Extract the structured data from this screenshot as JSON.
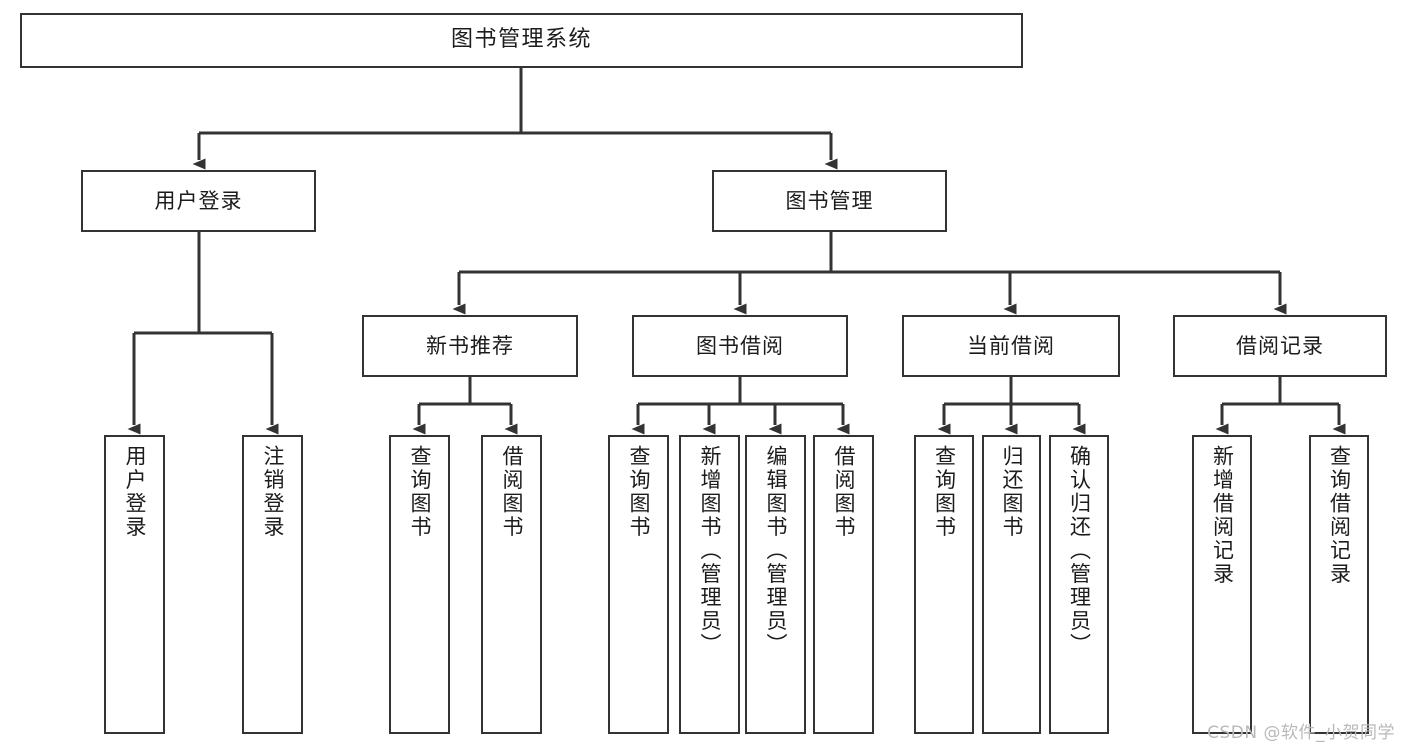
{
  "diagram": {
    "title": "图书管理系统",
    "type": "tree",
    "root": {
      "label": "图书管理系统"
    },
    "level1": [
      {
        "id": "user-login",
        "label": "用户登录"
      },
      {
        "id": "book-management",
        "label": "图书管理"
      }
    ],
    "level2": [
      {
        "id": "new-book-recommend",
        "label": "新书推荐",
        "parent": "book-management"
      },
      {
        "id": "book-borrow",
        "label": "图书借阅",
        "parent": "book-management"
      },
      {
        "id": "current-borrow",
        "label": "当前借阅",
        "parent": "book-management"
      },
      {
        "id": "borrow-record",
        "label": "借阅记录",
        "parent": "book-management"
      }
    ],
    "leaves": [
      {
        "id": "leaf-user-login",
        "label": "用户登录",
        "parent": "user-login"
      },
      {
        "id": "leaf-logout",
        "label": "注销登录",
        "parent": "user-login"
      },
      {
        "id": "leaf-query-book-1",
        "label": "查询图书",
        "parent": "new-book-recommend"
      },
      {
        "id": "leaf-borrow-book-1",
        "label": "借阅图书",
        "parent": "new-book-recommend"
      },
      {
        "id": "leaf-query-book-2",
        "label": "查询图书",
        "parent": "book-borrow"
      },
      {
        "id": "leaf-add-book-admin",
        "label": "新增图书（管理员）",
        "parent": "book-borrow"
      },
      {
        "id": "leaf-edit-book-admin",
        "label": "编辑图书（管理员）",
        "parent": "book-borrow"
      },
      {
        "id": "leaf-borrow-book-2",
        "label": "借阅图书",
        "parent": "book-borrow"
      },
      {
        "id": "leaf-query-book-3",
        "label": "查询图书",
        "parent": "current-borrow"
      },
      {
        "id": "leaf-return-book",
        "label": "归还图书",
        "parent": "current-borrow"
      },
      {
        "id": "leaf-confirm-return-admin",
        "label": "确认归还（管理员）",
        "parent": "current-borrow"
      },
      {
        "id": "leaf-add-borrow-record",
        "label": "新增借阅记录",
        "parent": "borrow-record"
      },
      {
        "id": "leaf-query-borrow-record",
        "label": "查询借阅记录",
        "parent": "borrow-record"
      }
    ],
    "watermark": "CSDN @软件_小贺同学",
    "colors": {
      "box_border": "#333333",
      "box_fill": "#ffffff",
      "connector": "#333333",
      "text": "#1c1c1c",
      "watermark": "#b9b9b9",
      "background": "#ffffff"
    }
  }
}
